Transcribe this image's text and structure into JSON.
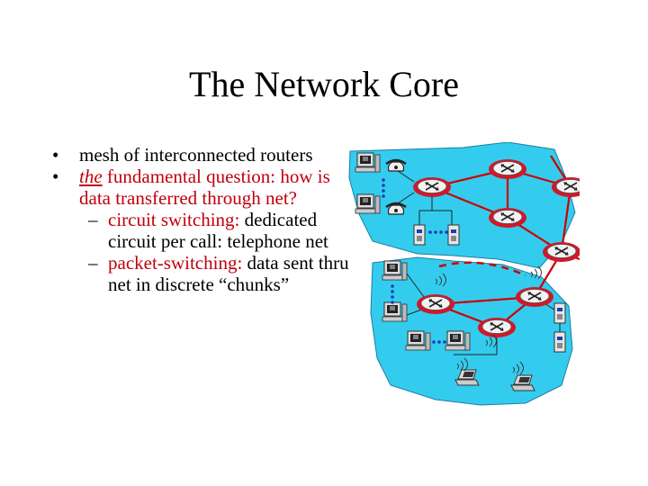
{
  "title": "The Network Core",
  "bullets": {
    "b1": "mesh of interconnected routers",
    "b2_em": "the",
    "b2_rest": " fundamental question: how is data transferred through net?",
    "sub1_red": "circuit switching:",
    "sub1_rest": " dedicated circuit per call: telephone net",
    "sub2_red": "packet-switching:",
    "sub2_rest": " data sent thru net in discrete “chunks”",
    "dot": "•",
    "dash": "–"
  },
  "colors": {
    "cloud": "#33ccee",
    "router_ring": "#d0182a",
    "router_body": "#f2f2f2",
    "link_red": "#cc0000",
    "text_red": "#c0000c"
  },
  "figure": {
    "icons": [
      "router-icon",
      "desktop-computer-icon",
      "telephone-icon",
      "server-icon",
      "laptop-icon",
      "wireless-signal-icon",
      "ellipsis-dots-icon"
    ]
  }
}
